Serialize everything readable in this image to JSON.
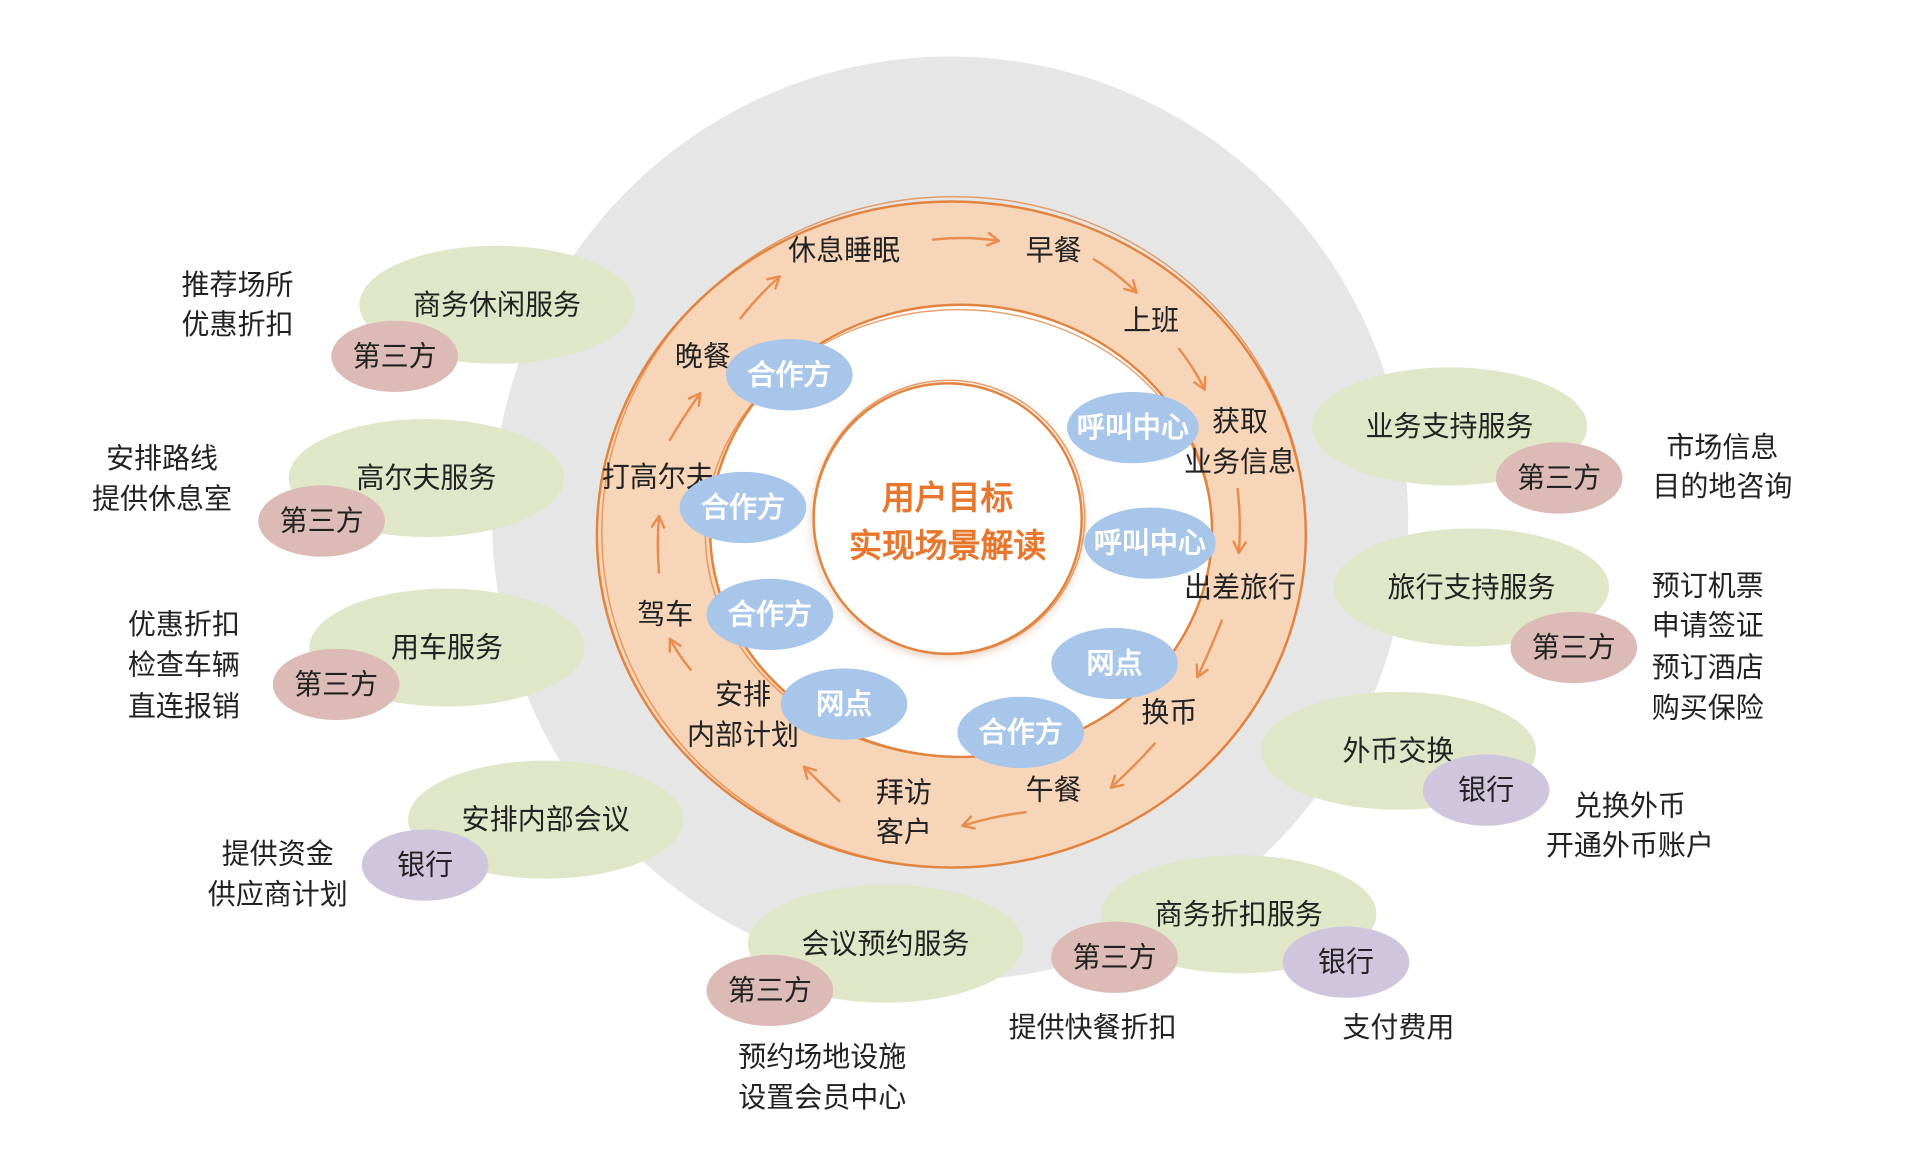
{
  "center": {
    "line1": "用户目标",
    "line2": "实现场景解读"
  },
  "cycle": [
    {
      "lines": [
        "休息睡眠"
      ]
    },
    {
      "lines": [
        "早餐"
      ]
    },
    {
      "lines": [
        "上班"
      ]
    },
    {
      "lines": [
        "获取",
        "业务信息"
      ]
    },
    {
      "lines": [
        "出差旅行"
      ]
    },
    {
      "lines": [
        "换币"
      ]
    },
    {
      "lines": [
        "午餐"
      ]
    },
    {
      "lines": [
        "拜访",
        "客户"
      ]
    },
    {
      "lines": [
        "安排",
        "内部计划"
      ]
    },
    {
      "lines": [
        "驾车"
      ]
    },
    {
      "lines": [
        "打高尔夫"
      ]
    },
    {
      "lines": [
        "晚餐"
      ]
    }
  ],
  "touchpoints": [
    "合作方",
    "合作方",
    "合作方",
    "网点",
    "合作方",
    "网点",
    "呼叫中心",
    "呼叫中心"
  ],
  "services": [
    {
      "name": "商务休闲服务",
      "providers": [
        {
          "label": "第三方",
          "details": [
            "推荐场所",
            "优惠折扣"
          ]
        }
      ]
    },
    {
      "name": "高尔夫服务",
      "providers": [
        {
          "label": "第三方",
          "details": [
            "安排路线",
            "提供休息室"
          ]
        }
      ]
    },
    {
      "name": "用车服务",
      "providers": [
        {
          "label": "第三方",
          "details": [
            "优惠折扣",
            "检查车辆",
            "直连报销"
          ]
        }
      ]
    },
    {
      "name": "安排内部会议",
      "providers": [
        {
          "label": "银行",
          "details": [
            "提供资金",
            "供应商计划"
          ]
        }
      ]
    },
    {
      "name": "会议预约服务",
      "providers": [
        {
          "label": "第三方",
          "details": [
            "预约场地设施",
            "设置会员中心"
          ]
        }
      ]
    },
    {
      "name": "商务折扣服务",
      "providers": [
        {
          "label": "第三方",
          "details": [
            "提供快餐折扣"
          ]
        },
        {
          "label": "银行",
          "details": [
            "支付费用"
          ]
        }
      ]
    },
    {
      "name": "外币交换",
      "providers": [
        {
          "label": "银行",
          "details": [
            "兑换外币",
            "开通外币账户"
          ]
        }
      ]
    },
    {
      "name": "旅行支持服务",
      "providers": [
        {
          "label": "第三方",
          "details": [
            "预订机票",
            "申请签证",
            "预订酒店",
            "购买保险"
          ]
        }
      ]
    },
    {
      "name": "业务支持服务",
      "providers": [
        {
          "label": "第三方",
          "details": [
            "市场信息",
            "目的地咨询"
          ]
        }
      ]
    }
  ],
  "colors": {
    "outer_circle": "#e6e6e6",
    "ring_fill": "#f6d5b8",
    "ring_stroke": "#e2833f",
    "arrow": "#e98d4f",
    "center_text": "#e8762d",
    "service": "#dfe7c8",
    "third_party": "#dcbab6",
    "bank": "#cfc6de",
    "touchpoint": "#a8c6e9",
    "touchpoint_text": "#ffffff",
    "label_text": "#222222"
  }
}
